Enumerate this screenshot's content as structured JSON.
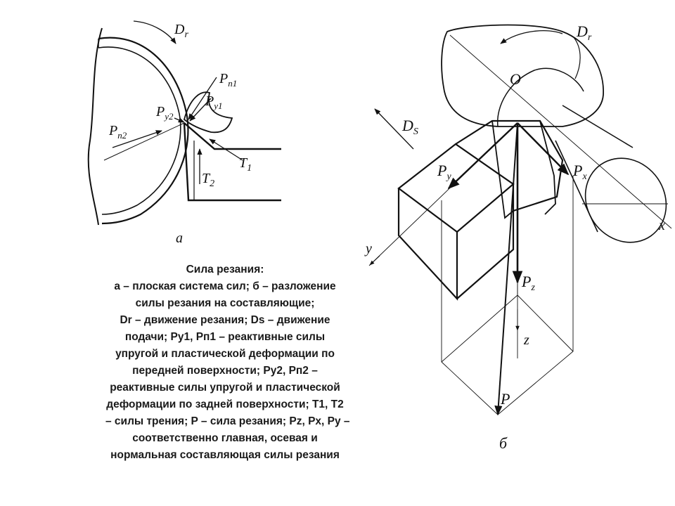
{
  "fig_a": {
    "Dr": {
      "main": "D",
      "sub": "r"
    },
    "Pp1": {
      "main": "P",
      "sub": "п1"
    },
    "Py1": {
      "main": "P",
      "sub": "y1"
    },
    "Py2": {
      "main": "P",
      "sub": "y2"
    },
    "Pp2": {
      "main": "P",
      "sub": "п2"
    },
    "T1": {
      "main": "T",
      "sub": "1"
    },
    "T2": {
      "main": "T",
      "sub": "2"
    },
    "panel": "а"
  },
  "fig_b": {
    "Dr": {
      "main": "D",
      "sub": "r"
    },
    "O": "O",
    "Ds": {
      "main": "D",
      "sub": "S"
    },
    "Py": {
      "main": "P",
      "sub": "y"
    },
    "Px": {
      "main": "P",
      "sub": "x"
    },
    "Pz": {
      "main": "P",
      "sub": "z"
    },
    "y": "y",
    "x": "x",
    "z": "z",
    "P": "P",
    "panel": "б"
  },
  "caption": [
    "Сила резания:",
    "а – плоская система сил; б – разложение",
    "силы резания на составляющие;",
    "Dr – движение резания; Ds – движение",
    "подачи; Py1, Pп1 – реактивные силы",
    "упругой и пластической деформации по",
    "передней поверхности; Py2, Pп2 –",
    "реактивные силы упругой и пластической",
    "деформации по задней поверхности; T1, T2",
    "– силы трения; P – сила резания; Pz, Px, Py –",
    "соответственно главная, осевая и",
    "нормальная составляющая силы резания"
  ]
}
